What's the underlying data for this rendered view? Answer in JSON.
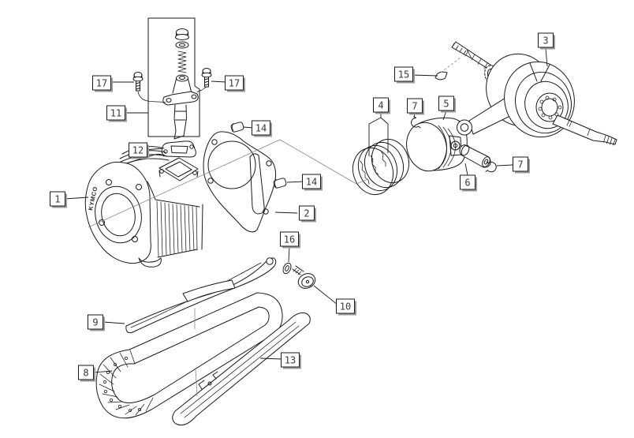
{
  "diagram": {
    "brand_text": "KYMCO",
    "colors": {
      "background": "#ffffff",
      "line": "#1a1a1a",
      "label_shadow": "#9c9c9c",
      "label_text": "#3a3a3a"
    },
    "callouts": [
      {
        "text": "1"
      },
      {
        "text": "2"
      },
      {
        "text": "3"
      },
      {
        "text": "4"
      },
      {
        "text": "5"
      },
      {
        "text": "6"
      },
      {
        "text": "7"
      },
      {
        "text": "7"
      },
      {
        "text": "8"
      },
      {
        "text": "9"
      },
      {
        "text": "10"
      },
      {
        "text": "11"
      },
      {
        "text": "12"
      },
      {
        "text": "13"
      },
      {
        "text": "14"
      },
      {
        "text": "14"
      },
      {
        "text": "15"
      },
      {
        "text": "16"
      },
      {
        "text": "17"
      },
      {
        "text": "17"
      }
    ]
  }
}
